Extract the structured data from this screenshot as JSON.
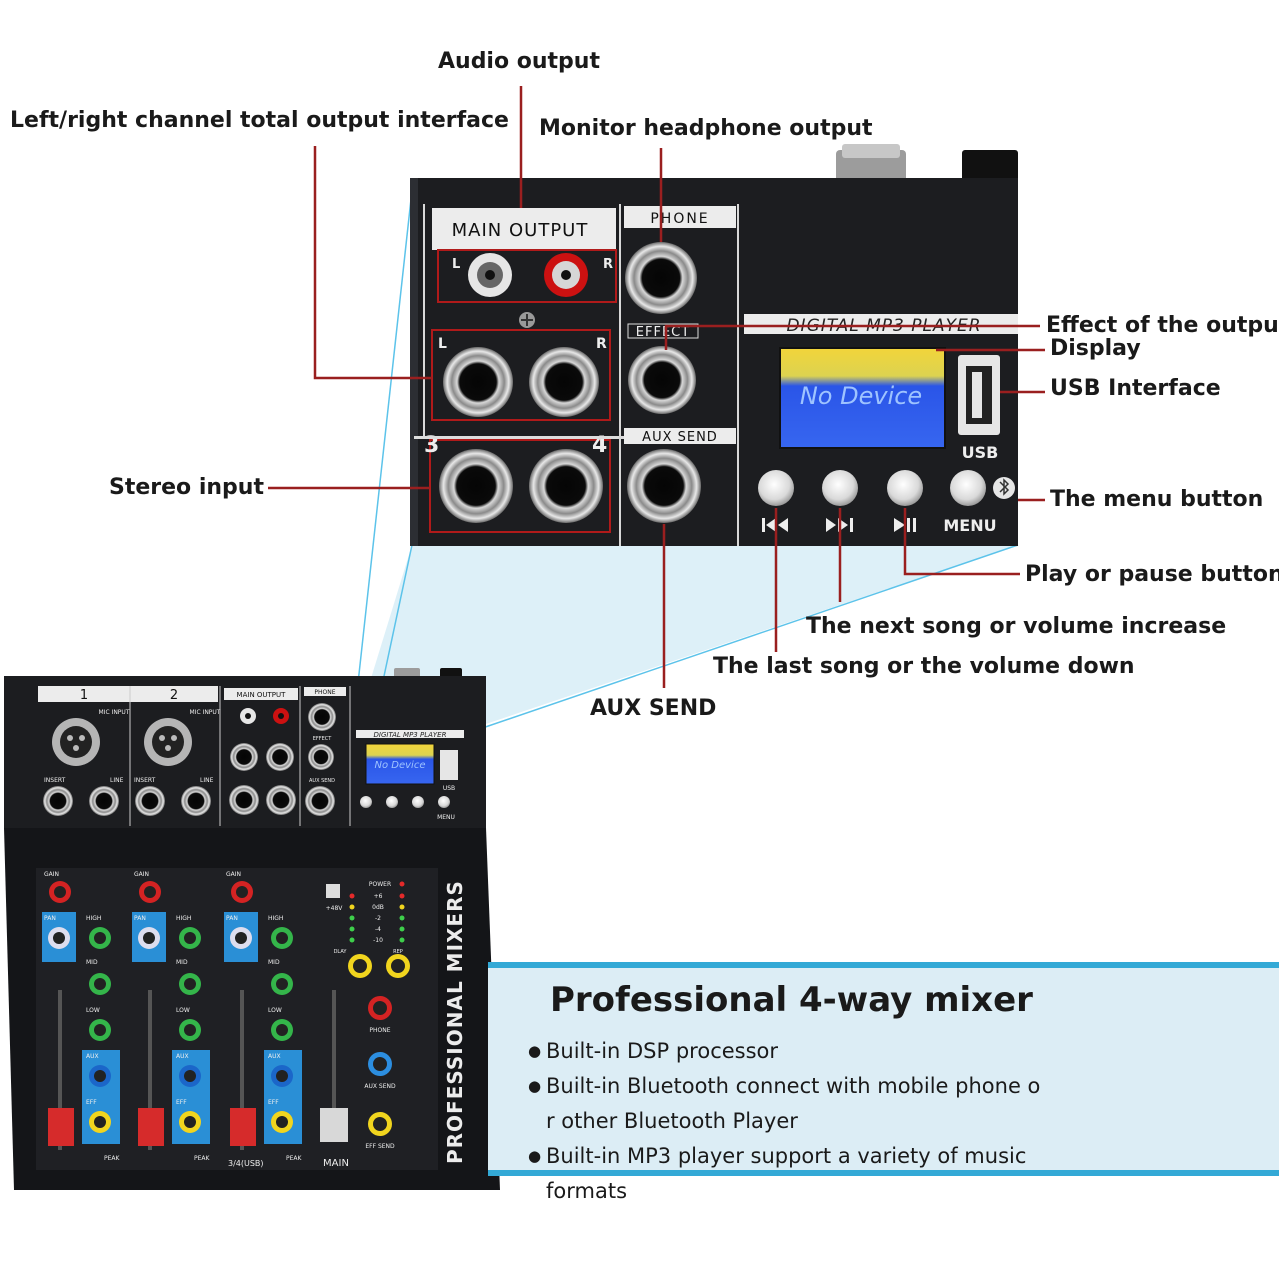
{
  "callouts": {
    "audio_output": "Audio output",
    "lr_total_output": "Left/right channel total output interface",
    "monitor_headphone": "Monitor headphone output",
    "effect_output": "Effect of the output",
    "display": "Display",
    "usb_interface": "USB Interface",
    "menu_button": "The menu button",
    "play_pause": "Play or pause button",
    "next_song": "The next song or volume increase",
    "last_song": "The last song or the volume down",
    "aux_send": "AUX SEND",
    "stereo_input": "Stereo input"
  },
  "panel": {
    "main_output": "MAIN OUTPUT",
    "phone": "PHONE",
    "effect": "EFFECT",
    "aux_send": "AUX SEND",
    "left": "L",
    "right": "R",
    "ch3": "3",
    "ch4": "4",
    "mp3_title": "DIGITAL MP3 PLAYER",
    "screen_text": "No Device",
    "usb": "USB",
    "menu": "MENU",
    "prev_glyph": "⏮",
    "next_glyph": "⏭",
    "play_glyph": "⏯"
  },
  "mixer": {
    "ch1": "1",
    "ch2": "2",
    "mic_input": "MIC INPUT",
    "insert": "INSERT",
    "line": "LINE",
    "main_output": "MAIN OUTPUT",
    "phone": "PHONE",
    "effect": "EFFECT",
    "aux_send": "AUX SEND",
    "mp3_title": "DIGITAL MP3 PLAYER",
    "screen_text": "No Device",
    "usb": "USB",
    "menu": "MENU",
    "gain": "GAIN",
    "pan": "PAN",
    "high": "HIGH",
    "mid": "MID",
    "low": "LOW",
    "aux": "AUX",
    "eff": "EFF",
    "peak": "PEAK",
    "power": "POWER",
    "phantom": "+48V",
    "phone_knob": "PHONE",
    "aux_send_knob": "AUX SEND",
    "eff_send": "EFF SEND",
    "delay": "DLAY",
    "repeat": "REP",
    "main": "MAIN",
    "ch34": "3/4(USB)",
    "brand_vertical": "PROFESSIONAL MIXERS",
    "meter_labels": [
      "+6",
      "0dB",
      "-2",
      "-4",
      "-10"
    ]
  },
  "info": {
    "title": "Professional 4-way mixer",
    "bullets": [
      "Built-in DSP processor",
      "Built-in Bluetooth connect with mobile phone o",
      "r other Bluetooth Player",
      "Built-in MP3 player support a variety of music formats"
    ]
  },
  "colors": {
    "panel": "#1c1d20",
    "callout_line": "#9a1f1f",
    "screen_blue": "#2a55e8",
    "screen_yellow": "#f2d43a",
    "accent_blue": "#33a9d6",
    "light_blue": "#dcedf5"
  }
}
